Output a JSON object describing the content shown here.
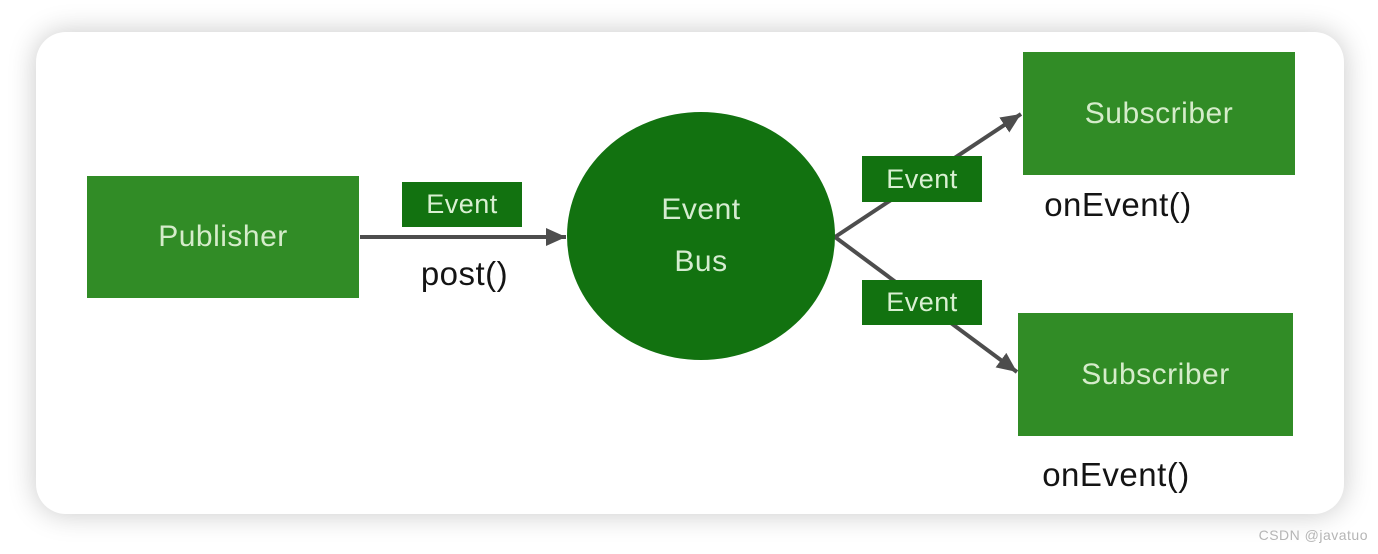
{
  "diagram": {
    "publisher": {
      "label": "Publisher",
      "method": "post()"
    },
    "bus": {
      "line1": "Event",
      "line2": "Bus"
    },
    "event_badges": {
      "publisher_side": "Event",
      "subscriber_top": "Event",
      "subscriber_bottom": "Event"
    },
    "subscribers": {
      "top": {
        "label": "Subscriber",
        "method": "onEvent()"
      },
      "bottom": {
        "label": "Subscriber",
        "method": "onEvent()"
      }
    }
  },
  "colors": {
    "node_green": "#318c26",
    "dark_green": "#127210",
    "node_text": "#d5ecca",
    "arrow_gray": "#4d4d4d",
    "method_text": "#141414",
    "watermark_gray": "#b5b5b5"
  },
  "watermark": "CSDN @javatuo"
}
